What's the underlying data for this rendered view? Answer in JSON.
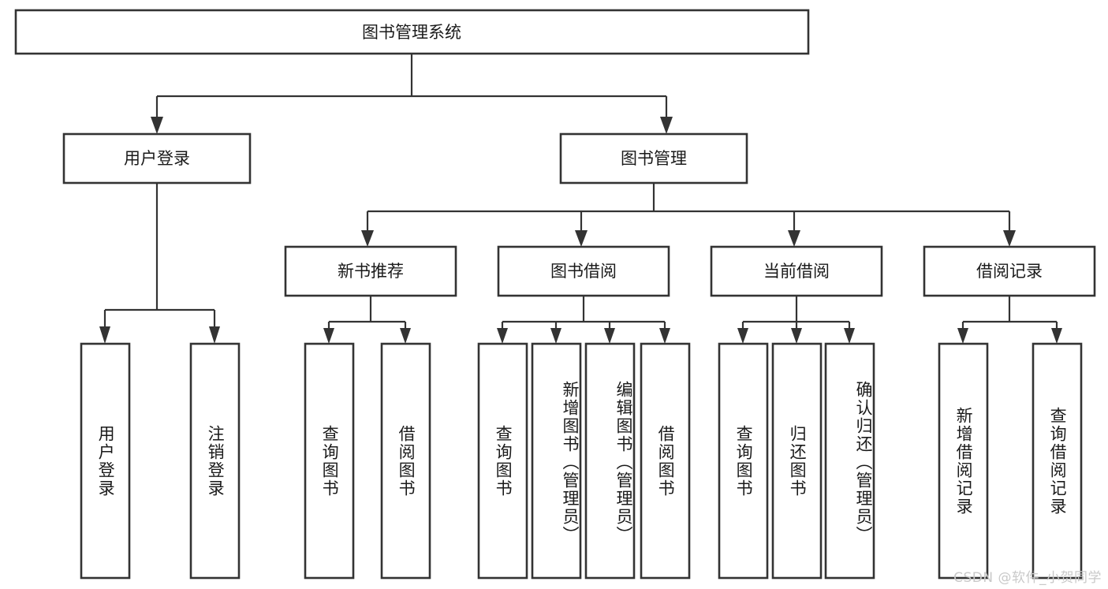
{
  "diagram": {
    "title": "图书管理系统",
    "type": "tree-hierarchy-chart",
    "watermark": "CSDN @软件_小贺同学",
    "colors": {
      "box_stroke": "#333333",
      "box_fill": "#ffffff",
      "connector": "#333333",
      "text": "#1a1a1a",
      "background": "#ffffff",
      "watermark": "#c9c9c9"
    },
    "root": {
      "label": "图书管理系统"
    },
    "level2": [
      {
        "label": "用户登录"
      },
      {
        "label": "图书管理"
      }
    ],
    "level3": [
      {
        "label": "新书推荐"
      },
      {
        "label": "图书借阅"
      },
      {
        "label": "当前借阅"
      },
      {
        "label": "借阅记录"
      }
    ],
    "leaves": {
      "user_login": [
        {
          "label": "用户登录"
        },
        {
          "label": "注销登录"
        }
      ],
      "new_book_recommend": [
        {
          "label": "查询图书"
        },
        {
          "label": "借阅图书"
        }
      ],
      "book_borrow": [
        {
          "label": "查询图书"
        },
        {
          "label": "新增图书（管理员）"
        },
        {
          "label": "编辑图书（管理员）"
        },
        {
          "label": "借阅图书"
        }
      ],
      "current_borrow": [
        {
          "label": "查询图书"
        },
        {
          "label": "归还图书"
        },
        {
          "label": "确认归还（管理员）"
        }
      ],
      "borrow_record": [
        {
          "label": "新增借阅记录"
        },
        {
          "label": "查询借阅记录"
        }
      ]
    }
  }
}
